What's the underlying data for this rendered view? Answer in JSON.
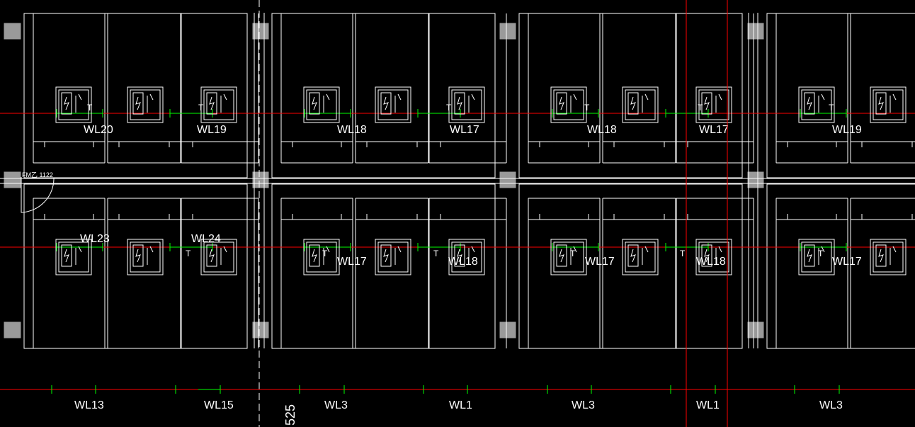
{
  "colors": {
    "background": "#000000",
    "outline": "#ffffff",
    "axis_line": "#ff0000",
    "wire_line": "#00ff00",
    "column": "#9a9a9a",
    "cursor": "#ff0000"
  },
  "door_tag": "FM乙 1122",
  "dimension_text": "525",
  "charger_mark": "T",
  "panels": [
    {
      "upper_labels": [
        "WL20",
        "WL19"
      ],
      "lower_labels": [
        "WL23",
        "WL24"
      ]
    },
    {
      "upper_labels": [
        "WL18",
        "WL17"
      ],
      "lower_labels": [
        "WL17",
        "WL18"
      ]
    },
    {
      "upper_labels": [
        "WL18",
        "WL17"
      ],
      "lower_labels": [
        "WL17",
        "WL18"
      ]
    },
    {
      "upper_labels": [
        "WL19"
      ],
      "lower_labels": [
        "WL17"
      ]
    }
  ],
  "bottom_circuits": [
    "WL13",
    "WL15",
    "WL3",
    "WL1",
    "WL3",
    "WL1",
    "WL3"
  ],
  "icons": {
    "charger": "ev-charger-icon",
    "column": "column-square-icon",
    "door": "door-swing-icon"
  }
}
